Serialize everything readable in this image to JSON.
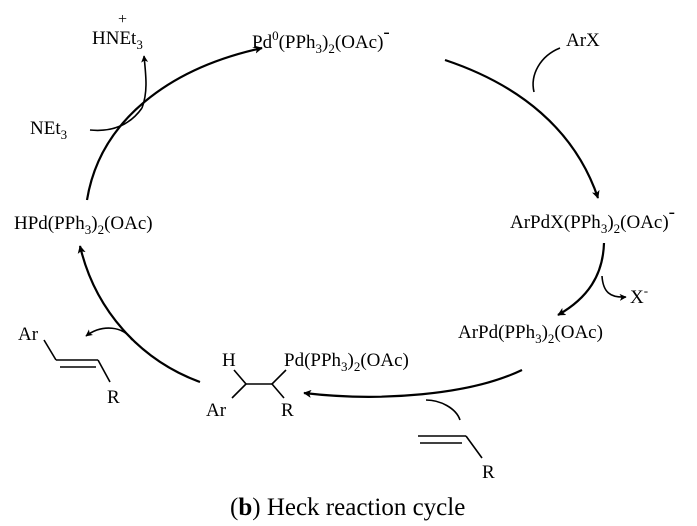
{
  "species": {
    "pd0": {
      "main": "Pd",
      "sup": "0",
      "p1": "(PPh",
      "s1": "3",
      "p2": ")",
      "s2": "2",
      "p3": "(OAc)",
      "charge": "-"
    },
    "arpdx": {
      "main": "ArPdX(PPh",
      "s1": "3",
      "p2": ")",
      "s2": "2",
      "p3": "(OAc)",
      "charge": "-"
    },
    "arpd": {
      "main": "ArPd(PPh",
      "s1": "3",
      "p2": ")",
      "s2": "2",
      "p3": "(OAc)"
    },
    "alkyl_pd": {
      "main": "Pd(PPh",
      "s1": "3",
      "p2": ")",
      "s2": "2",
      "p3": "(OAc)",
      "h": "H",
      "ar": "Ar",
      "r": "R"
    },
    "hpd": {
      "main": "HPd(PPh",
      "s1": "3",
      "p2": ")",
      "s2": "2",
      "p3": "(OAc)"
    }
  },
  "reagents": {
    "arx": "ArX",
    "x_minus": {
      "main": "X",
      "charge": "-"
    },
    "alkene_r": "R",
    "product_ar": "Ar",
    "product_r": "R",
    "net3": {
      "main": "NEt",
      "sub": "3"
    },
    "hnet3": {
      "main": "HNEt",
      "sub": "3",
      "charge": "+"
    }
  },
  "caption": {
    "bold": "b",
    "open": "(",
    "close": ")",
    "text": " Heck reaction cycle"
  }
}
